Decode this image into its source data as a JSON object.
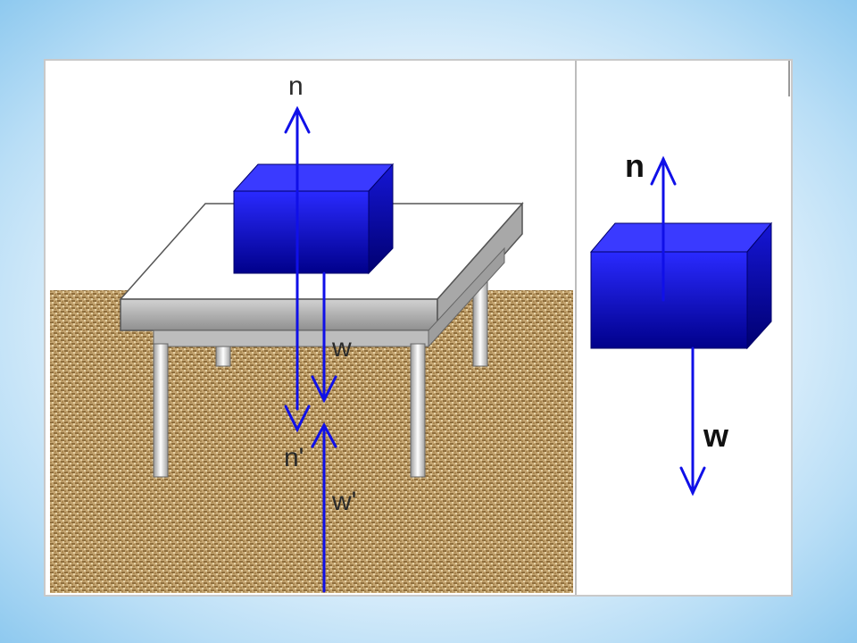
{
  "left_panel": {
    "labels": {
      "n": "n",
      "w": "w",
      "n_prime": "n'",
      "w_prime": "w'"
    }
  },
  "right_panel": {
    "labels": {
      "n": "n",
      "w": "w"
    }
  },
  "colors": {
    "arrow": "#1010e8",
    "block_light": "#2a2aff",
    "block_dark": "#00008a",
    "ground": "#c4a470",
    "tabletop": "#ffffff",
    "table_leg": "#e8e8e8"
  }
}
